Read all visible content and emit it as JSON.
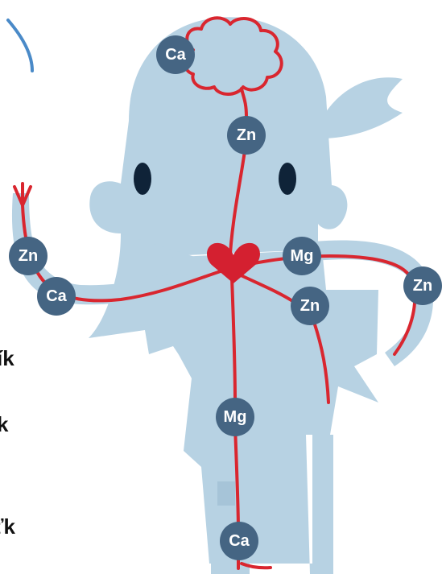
{
  "colors": {
    "figure": "#b7d2e3",
    "node": "#456583",
    "vessel": "#d9262f",
    "heart": "#d42030",
    "eye": "#0f2338",
    "accent_line": "#4a8ac8",
    "text": "#111111"
  },
  "mineral_nodes": {
    "brain": "Ca",
    "neck": "Zn",
    "left_hand": "Zn",
    "left_arm": "Ca",
    "right_shoulder": "Mg",
    "right_arm": "Zn",
    "chest": "Zn",
    "abdomen": "Mg",
    "leg": "Ca"
  },
  "side_fragments": [
    "ík",
    "k",
    "ťk"
  ]
}
